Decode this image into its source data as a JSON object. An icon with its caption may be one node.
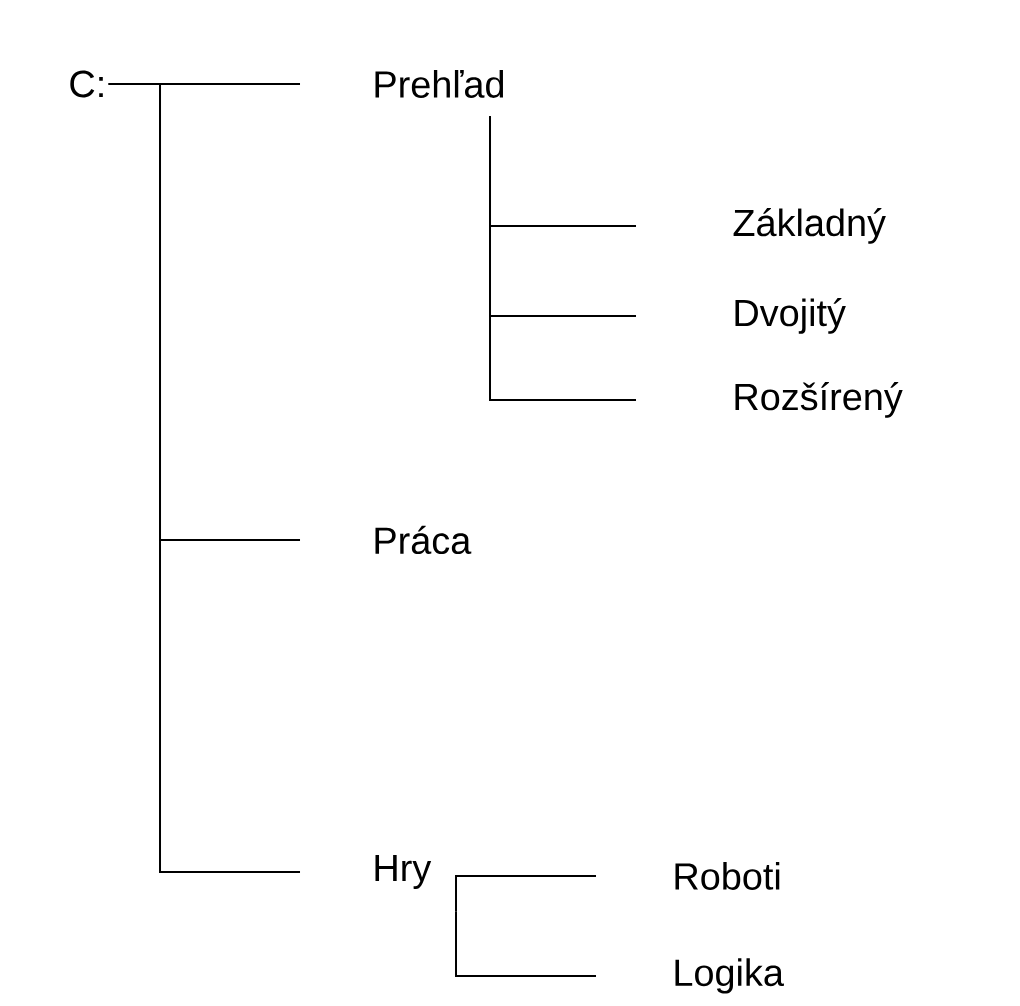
{
  "diagram": {
    "nodes": [
      {
        "text": [
          "C:"
        ]
      },
      {
        "text": [
          "Prehľad"
        ]
      },
      {
        "text": [
          "Základný"
        ]
      },
      {
        "text": [
          "Dvojitý"
        ]
      },
      {
        "text": [
          "Rozšírený"
        ]
      },
      {
        "text": [
          "Práca"
        ]
      },
      {
        "text": [
          "Hry"
        ]
      },
      {
        "text": [
          "Roboti"
        ]
      },
      {
        "text": [
          "Logika"
        ]
      }
    ],
    "edges": [
      {
        "from": 0,
        "to": 1,
        "arrow": "none"
      },
      {
        "from": 1,
        "to": 2,
        "arrow": "none"
      },
      {
        "from": 1,
        "to": 3,
        "arrow": "none"
      },
      {
        "from": 1,
        "to": 4,
        "arrow": "none"
      },
      {
        "from": 0,
        "to": 5,
        "arrow": "none"
      },
      {
        "from": 0,
        "to": 6,
        "arrow": "none"
      },
      {
        "from": 6,
        "to": 7,
        "arrow": "none"
      },
      {
        "from": 6,
        "to": 8,
        "arrow": "none"
      }
    ]
  }
}
